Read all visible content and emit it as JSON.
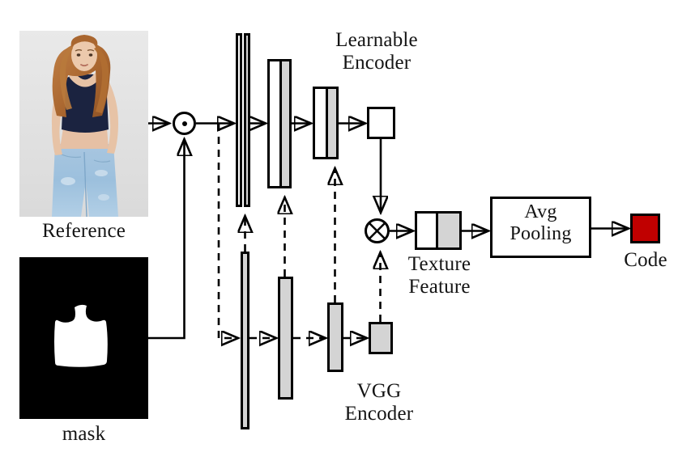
{
  "figure": {
    "title": "Texture code extraction pipeline",
    "background_color": "#ffffff",
    "line_color": "#000000"
  },
  "inputs": [
    {
      "id": "reference",
      "label": "Reference",
      "kind": "photograph",
      "description": "Full-body photo of a woman wearing a navy tank top and light blue ripped jeans on a light gray background",
      "colors": {
        "background": "#e2e2e2",
        "garment": "#1b2340",
        "jeans": "#9dc0dd",
        "hair": "#b5713a",
        "skin": "#e8c3a8"
      }
    },
    {
      "id": "mask",
      "label": "mask",
      "kind": "binary-mask",
      "description": "Binary segmentation mask of the tank top region, white foreground on black background",
      "colors": {
        "background": "#000000",
        "foreground": "#ffffff"
      }
    }
  ],
  "operators": [
    {
      "id": "hadamard",
      "symbol": "⊙",
      "name": "element-wise-product"
    },
    {
      "id": "multiply",
      "symbol": "⊗",
      "name": "multiplication"
    }
  ],
  "branches": [
    {
      "id": "learnable-encoder",
      "label": "Learnable\nEncoder",
      "label_lines": [
        "Learnable",
        "Encoder"
      ],
      "line_style": "solid",
      "stages": 4
    },
    {
      "id": "vgg-encoder",
      "label": "VGG\nEncoder",
      "label_lines": [
        "VGG",
        "Encoder"
      ],
      "line_style": "dashed",
      "stages": 4
    }
  ],
  "blocks": {
    "avg_pooling": {
      "label_lines": [
        "Avg",
        "Pooling"
      ],
      "label": "Avg Pooling",
      "fill": "#ffffff"
    },
    "texture_feature": {
      "label_lines": [
        "Texture",
        "Feature"
      ],
      "label": "Texture Feature",
      "fill_left": "#ffffff",
      "fill_right": "#d4d4d4"
    },
    "code": {
      "label": "Code",
      "fill": "#c00000"
    }
  },
  "labels": {
    "reference": "Reference",
    "mask": "mask",
    "learnable_encoder_line1": "Learnable",
    "learnable_encoder_line2": "Encoder",
    "vgg_encoder_line1": "VGG",
    "vgg_encoder_line2": "Encoder",
    "texture_feature_line1": "Texture",
    "texture_feature_line2": "Feature",
    "avg_pooling_line1": "Avg",
    "avg_pooling_line2": "Pooling",
    "code": "Code"
  },
  "colors": {
    "gray_fill": "#d4d4d4",
    "white_fill": "#ffffff",
    "stroke": "#000000",
    "code_red": "#c00000"
  }
}
